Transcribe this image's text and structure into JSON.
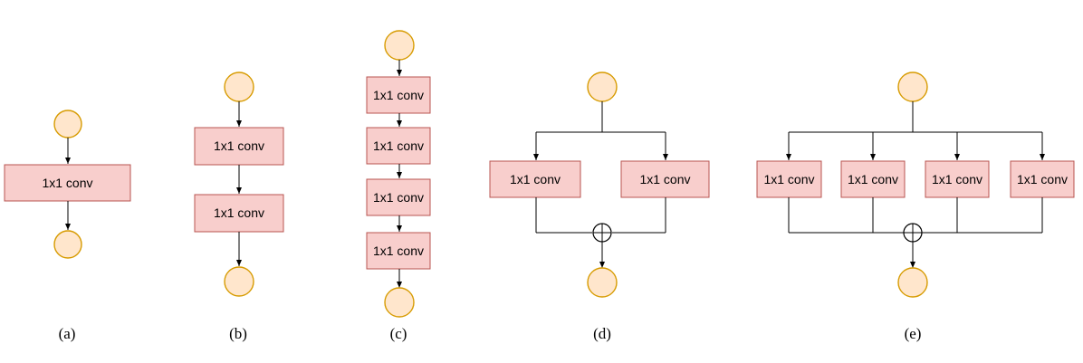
{
  "conv_label": "1x1 conv",
  "captions": [
    "(a)",
    "(b)",
    "(c)",
    "(d)",
    "(e)"
  ]
}
